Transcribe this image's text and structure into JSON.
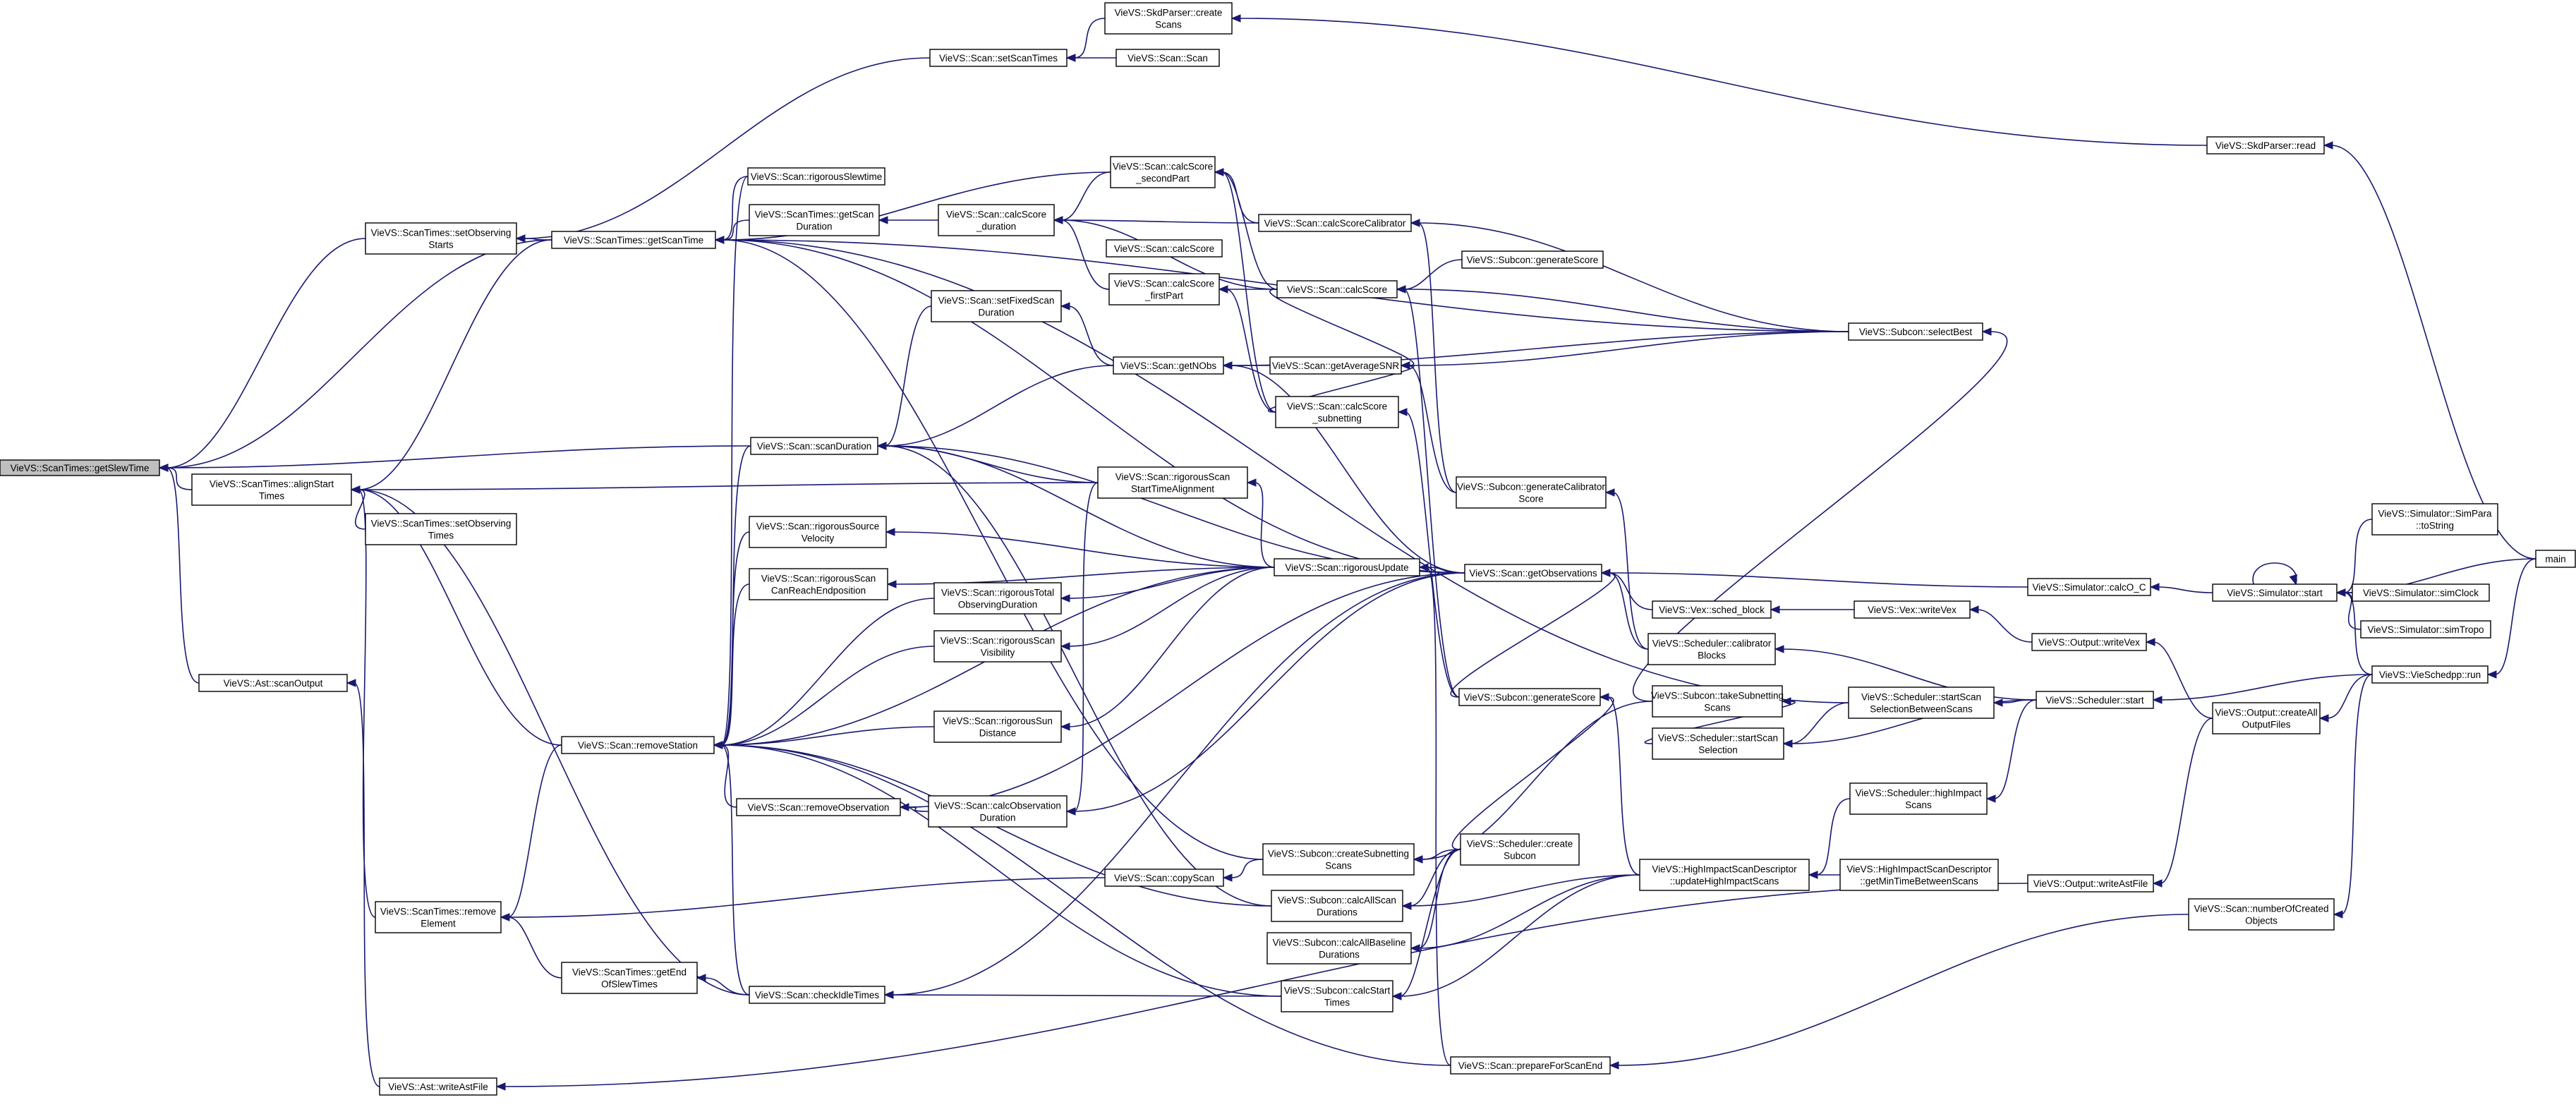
{
  "diagram": {
    "type": "call-graph",
    "highlighted_node": "n0",
    "edge_color": "#191970",
    "node_highlight_color": "#bfbfbf",
    "nodes": [
      {
        "id": "n0",
        "lines": [
          "VieVS::ScanTimes::getSlewTime"
        ]
      },
      {
        "id": "n1",
        "lines": [
          "VieVS::ScanTimes::alignStart",
          "Times"
        ]
      },
      {
        "id": "n2",
        "lines": [
          "VieVS::Ast::scanOutput"
        ]
      },
      {
        "id": "n3",
        "lines": [
          "VieVS::Ast::writeAstFile"
        ]
      },
      {
        "id": "n4",
        "lines": [
          "VieVS::ScanTimes::setObserving",
          "Starts"
        ]
      },
      {
        "id": "n5",
        "lines": [
          "VieVS::ScanTimes::setObserving",
          "Times"
        ]
      },
      {
        "id": "n6",
        "lines": [
          "VieVS::Scan::removeStation"
        ]
      },
      {
        "id": "n7",
        "lines": [
          "VieVS::ScanTimes::remove",
          "Element"
        ]
      },
      {
        "id": "n8",
        "lines": [
          "VieVS::ScanTimes::getEnd",
          "OfSlewTimes"
        ]
      },
      {
        "id": "n9",
        "lines": [
          "VieVS::ScanTimes::getScanTime"
        ]
      },
      {
        "id": "n10",
        "lines": [
          "VieVS::Scan::rigorousSlewtime"
        ]
      },
      {
        "id": "n11",
        "lines": [
          "VieVS::ScanTimes::getScan",
          "Duration"
        ]
      },
      {
        "id": "n12",
        "lines": [
          "VieVS::Scan::scanDuration"
        ]
      },
      {
        "id": "n13",
        "lines": [
          "VieVS::Scan::rigorousSource",
          "Velocity"
        ]
      },
      {
        "id": "n14",
        "lines": [
          "VieVS::Scan::rigorousScan",
          "CanReachEndposition"
        ]
      },
      {
        "id": "n15",
        "lines": [
          "VieVS::Scan::removeObservation"
        ]
      },
      {
        "id": "n16",
        "lines": [
          "VieVS::Scan::checkIdleTimes"
        ]
      },
      {
        "id": "n17",
        "lines": [
          "VieVS::Scan::setScanTimes"
        ]
      },
      {
        "id": "n18",
        "lines": [
          "VieVS::SkdParser::create",
          "Scans"
        ]
      },
      {
        "id": "n19",
        "lines": [
          "VieVS::Scan::Scan"
        ]
      },
      {
        "id": "n20",
        "lines": [
          "VieVS::Scan::calcScore",
          "_duration"
        ]
      },
      {
        "id": "n21",
        "lines": [
          "VieVS::Scan::calcScore",
          "_secondPart"
        ]
      },
      {
        "id": "n22",
        "lines": [
          "VieVS::Scan::calcScore"
        ]
      },
      {
        "id": "n23",
        "lines": [
          "VieVS::Scan::calcScore",
          "_firstPart"
        ]
      },
      {
        "id": "n24",
        "lines": [
          "VieVS::Scan::setFixedScan",
          "Duration"
        ]
      },
      {
        "id": "n25",
        "lines": [
          "VieVS::Scan::getNObs"
        ]
      },
      {
        "id": "n26",
        "lines": [
          "VieVS::Scan::rigorousScan",
          "StartTimeAlignment"
        ]
      },
      {
        "id": "n27",
        "lines": [
          "VieVS::Scan::rigorousTotal",
          "ObservingDuration"
        ]
      },
      {
        "id": "n28",
        "lines": [
          "VieVS::Scan::rigorousScan",
          "Visibility"
        ]
      },
      {
        "id": "n29",
        "lines": [
          "VieVS::Scan::rigorousSun",
          "Distance"
        ]
      },
      {
        "id": "n30",
        "lines": [
          "VieVS::Scan::calcObservation",
          "Duration"
        ]
      },
      {
        "id": "n31",
        "lines": [
          "VieVS::Scan::copyScan"
        ]
      },
      {
        "id": "n32",
        "lines": [
          "VieVS::Scan::calcScoreCalibrator"
        ]
      },
      {
        "id": "n33",
        "lines": [
          "VieVS::Scan::calcScore"
        ]
      },
      {
        "id": "n34",
        "lines": [
          "VieVS::Scan::getAverageSNR"
        ]
      },
      {
        "id": "n35",
        "lines": [
          "VieVS::Scan::calcScore",
          "_subnetting"
        ]
      },
      {
        "id": "n36",
        "lines": [
          "VieVS::Scan::rigorousUpdate"
        ]
      },
      {
        "id": "n37",
        "lines": [
          "VieVS::Subcon::createSubnetting",
          "Scans"
        ]
      },
      {
        "id": "n38",
        "lines": [
          "VieVS::Subcon::calcAllScan",
          "Durations"
        ]
      },
      {
        "id": "n39",
        "lines": [
          "VieVS::Subcon::calcAllBaseline",
          "Durations"
        ]
      },
      {
        "id": "n40",
        "lines": [
          "VieVS::Subcon::calcStart",
          "Times"
        ]
      },
      {
        "id": "n41",
        "lines": [
          "VieVS::Subcon::generateScore"
        ]
      },
      {
        "id": "n42",
        "lines": [
          "VieVS::Subcon::generateCalibrator",
          "Score"
        ]
      },
      {
        "id": "n43",
        "lines": [
          "VieVS::Scan::getObservations"
        ]
      },
      {
        "id": "n44",
        "lines": [
          "VieVS::Subcon::generateScore"
        ]
      },
      {
        "id": "n45",
        "lines": [
          "VieVS::Scheduler::create",
          "Subcon"
        ]
      },
      {
        "id": "n46",
        "lines": [
          "VieVS::Scan::prepareForScanEnd"
        ]
      },
      {
        "id": "n47",
        "lines": [
          "VieVS::Vex::sched_block"
        ]
      },
      {
        "id": "n48",
        "lines": [
          "VieVS::Scheduler::calibrator",
          "Blocks"
        ]
      },
      {
        "id": "n49",
        "lines": [
          "VieVS::Subcon::takeSubnetting",
          "Scans"
        ]
      },
      {
        "id": "n50",
        "lines": [
          "VieVS::Scheduler::startScan",
          "Selection"
        ]
      },
      {
        "id": "n51",
        "lines": [
          "VieVS::HighImpactScanDescriptor",
          "::updateHighImpactScans"
        ]
      },
      {
        "id": "n52",
        "lines": [
          "VieVS::Subcon::selectBest"
        ]
      },
      {
        "id": "n53",
        "lines": [
          "VieVS::Scheduler::startScan",
          "SelectionBetweenScans"
        ]
      },
      {
        "id": "n54",
        "lines": [
          "VieVS::Scheduler::highImpact",
          "Scans"
        ]
      },
      {
        "id": "n55",
        "lines": [
          "VieVS::HighImpactScanDescriptor",
          "::getMinTimeBetweenScans"
        ]
      },
      {
        "id": "n56",
        "lines": [
          "VieVS::Vex::writeVex"
        ]
      },
      {
        "id": "n57",
        "lines": [
          "VieVS::Scheduler::start"
        ]
      },
      {
        "id": "n58",
        "lines": [
          "VieVS::SkdParser::read"
        ]
      },
      {
        "id": "n59",
        "lines": [
          "VieVS::Simulator::calcO_C"
        ]
      },
      {
        "id": "n60",
        "lines": [
          "VieVS::Output::writeVex"
        ]
      },
      {
        "id": "n61",
        "lines": [
          "VieVS::Output::writeAstFile"
        ]
      },
      {
        "id": "n62",
        "lines": [
          "VieVS::Output::createAll",
          "OutputFiles"
        ]
      },
      {
        "id": "n63",
        "lines": [
          "VieVS::Scan::numberOfCreated",
          "Objects"
        ]
      },
      {
        "id": "n64",
        "lines": [
          "VieVS::Simulator::start"
        ]
      },
      {
        "id": "n65",
        "lines": [
          "VieVS::Simulator::SimPara",
          "::toString"
        ]
      },
      {
        "id": "n66",
        "lines": [
          "VieVS::Simulator::simClock"
        ]
      },
      {
        "id": "n67",
        "lines": [
          "VieVS::Simulator::simTropo"
        ]
      },
      {
        "id": "n68",
        "lines": [
          "VieVS::VieSchedpp::run"
        ]
      },
      {
        "id": "n69",
        "lines": [
          "main"
        ]
      }
    ],
    "edges": [
      [
        "n1",
        "n0"
      ],
      [
        "n2",
        "n0"
      ],
      [
        "n4",
        "n0"
      ],
      [
        "n9",
        "n0"
      ],
      [
        "n12",
        "n0"
      ],
      [
        "n3",
        "n2"
      ],
      [
        "n5",
        "n1"
      ],
      [
        "n6",
        "n1"
      ],
      [
        "n7",
        "n1"
      ],
      [
        "n16",
        "n1"
      ],
      [
        "n9",
        "n1"
      ],
      [
        "n26",
        "n1"
      ],
      [
        "n9",
        "n4"
      ],
      [
        "n17",
        "n4"
      ],
      [
        "n6",
        "n7"
      ],
      [
        "n8",
        "n7"
      ],
      [
        "n31",
        "n7"
      ],
      [
        "n16",
        "n8"
      ],
      [
        "n10",
        "n6"
      ],
      [
        "n12",
        "n6"
      ],
      [
        "n13",
        "n6"
      ],
      [
        "n14",
        "n6"
      ],
      [
        "n15",
        "n6"
      ],
      [
        "n16",
        "n6"
      ],
      [
        "n27",
        "n6"
      ],
      [
        "n28",
        "n6"
      ],
      [
        "n29",
        "n6"
      ],
      [
        "n36",
        "n6"
      ],
      [
        "n38",
        "n6"
      ],
      [
        "n40",
        "n6"
      ],
      [
        "n46",
        "n6"
      ],
      [
        "n10",
        "n9"
      ],
      [
        "n11",
        "n9"
      ],
      [
        "n21",
        "n9"
      ],
      [
        "n37",
        "n9"
      ],
      [
        "n43",
        "n9"
      ],
      [
        "n52",
        "n9"
      ],
      [
        "n53",
        "n9"
      ],
      [
        "n20",
        "n11"
      ],
      [
        "n24",
        "n12"
      ],
      [
        "n25",
        "n12"
      ],
      [
        "n26",
        "n12"
      ],
      [
        "n36",
        "n12"
      ],
      [
        "n38",
        "n12"
      ],
      [
        "n43",
        "n12"
      ],
      [
        "n36",
        "n13"
      ],
      [
        "n36",
        "n14"
      ],
      [
        "n30",
        "n15"
      ],
      [
        "n43",
        "n15"
      ],
      [
        "n40",
        "n16"
      ],
      [
        "n43",
        "n16"
      ],
      [
        "n18",
        "n17"
      ],
      [
        "n19",
        "n17"
      ],
      [
        "n58",
        "n18"
      ],
      [
        "n21",
        "n20"
      ],
      [
        "n23",
        "n20"
      ],
      [
        "n32",
        "n20"
      ],
      [
        "n33",
        "n20"
      ],
      [
        "n32",
        "n21"
      ],
      [
        "n33",
        "n21"
      ],
      [
        "n35",
        "n21"
      ],
      [
        "n33",
        "n23"
      ],
      [
        "n35",
        "n23"
      ],
      [
        "n25",
        "n24"
      ],
      [
        "n34",
        "n25"
      ],
      [
        "n43",
        "n25"
      ],
      [
        "n52",
        "n25"
      ],
      [
        "n36",
        "n26"
      ],
      [
        "n36",
        "n27"
      ],
      [
        "n36",
        "n28"
      ],
      [
        "n36",
        "n29"
      ],
      [
        "n26",
        "n30"
      ],
      [
        "n43",
        "n30"
      ],
      [
        "n37",
        "n31"
      ],
      [
        "n42",
        "n32"
      ],
      [
        "n52",
        "n32"
      ],
      [
        "n44",
        "n33"
      ],
      [
        "n41",
        "n33"
      ],
      [
        "n52",
        "n33"
      ],
      [
        "n33",
        "n34"
      ],
      [
        "n35",
        "n34"
      ],
      [
        "n42",
        "n34"
      ],
      [
        "n52",
        "n34"
      ],
      [
        "n41",
        "n35"
      ],
      [
        "n43",
        "n36"
      ],
      [
        "n46",
        "n36"
      ],
      [
        "n45",
        "n37"
      ],
      [
        "n49",
        "n37"
      ],
      [
        "n45",
        "n38"
      ],
      [
        "n51",
        "n38"
      ],
      [
        "n45",
        "n39"
      ],
      [
        "n51",
        "n39"
      ],
      [
        "n45",
        "n40"
      ],
      [
        "n51",
        "n40"
      ],
      [
        "n45",
        "n41"
      ],
      [
        "n51",
        "n41"
      ],
      [
        "n48",
        "n42"
      ],
      [
        "n59",
        "n43"
      ],
      [
        "n47",
        "n43"
      ],
      [
        "n48",
        "n43"
      ],
      [
        "n41",
        "n43"
      ],
      [
        "n56",
        "n47"
      ],
      [
        "n57",
        "n48"
      ],
      [
        "n50",
        "n49"
      ],
      [
        "n57",
        "n50"
      ],
      [
        "n53",
        "n50"
      ],
      [
        "n54",
        "n51"
      ],
      [
        "n55",
        "n51"
      ],
      [
        "n49",
        "n52"
      ],
      [
        "n57",
        "n53"
      ],
      [
        "n57",
        "n54"
      ],
      [
        "n60",
        "n56"
      ],
      [
        "n68",
        "n57"
      ],
      [
        "n69",
        "n58"
      ],
      [
        "n64",
        "n59"
      ],
      [
        "n62",
        "n60"
      ],
      [
        "n62",
        "n61"
      ],
      [
        "n68",
        "n62"
      ],
      [
        "n68",
        "n63"
      ],
      [
        "n63",
        "n46"
      ],
      [
        "n61",
        "n3"
      ],
      [
        "n65",
        "n64"
      ],
      [
        "n66",
        "n64"
      ],
      [
        "n67",
        "n64"
      ],
      [
        "n68",
        "n64"
      ],
      [
        "n69",
        "n64"
      ],
      [
        "n64",
        "n64"
      ],
      [
        "n69",
        "n68"
      ]
    ]
  }
}
